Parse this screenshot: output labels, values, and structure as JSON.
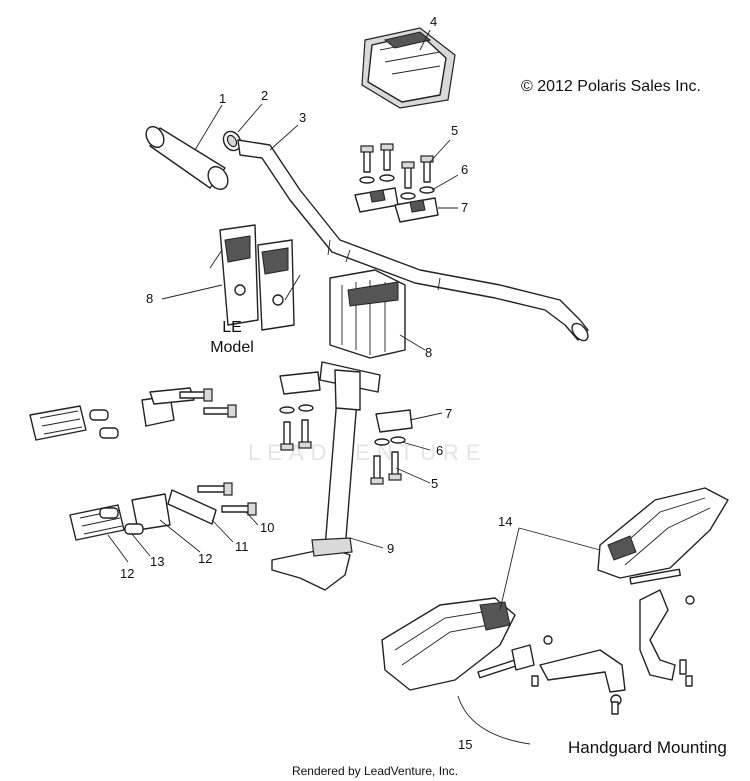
{
  "copyright": "© 2012 Polaris Sales Inc.",
  "le_model_label": [
    "LE",
    "Model"
  ],
  "section_title": "Handguard Mounting",
  "footer": "Rendered by LeadVenture, Inc.",
  "watermark": "LEADVENTURE",
  "callouts": [
    {
      "id": "c1",
      "text": "1"
    },
    {
      "id": "c2",
      "text": "2"
    },
    {
      "id": "c3",
      "text": "3"
    },
    {
      "id": "c4",
      "text": "4"
    },
    {
      "id": "c5a",
      "text": "5"
    },
    {
      "id": "c6a",
      "text": "6"
    },
    {
      "id": "c7a",
      "text": "7"
    },
    {
      "id": "c8a",
      "text": "8"
    },
    {
      "id": "c8b",
      "text": "8"
    },
    {
      "id": "c7b",
      "text": "7"
    },
    {
      "id": "c6b",
      "text": "6"
    },
    {
      "id": "c5b",
      "text": "5"
    },
    {
      "id": "c9",
      "text": "9"
    },
    {
      "id": "c10",
      "text": "10"
    },
    {
      "id": "c11",
      "text": "11"
    },
    {
      "id": "c12a",
      "text": "12"
    },
    {
      "id": "c13",
      "text": "13"
    },
    {
      "id": "c12b",
      "text": "12"
    },
    {
      "id": "c14",
      "text": "14"
    },
    {
      "id": "c15",
      "text": "15"
    }
  ]
}
